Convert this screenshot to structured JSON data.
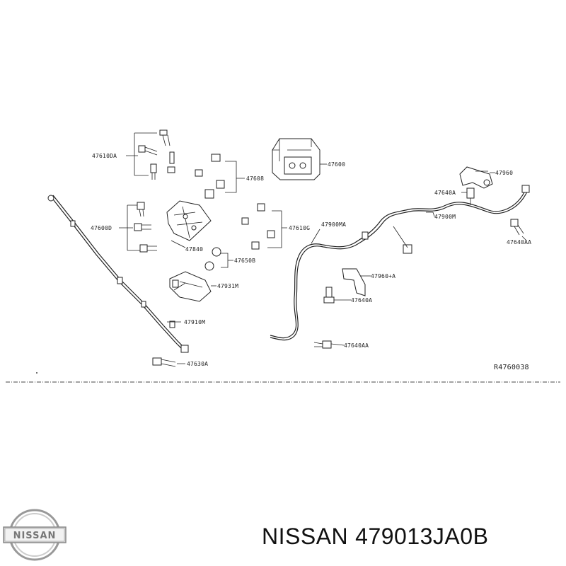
{
  "diagram": {
    "reference_code": "R4760038",
    "callouts": {
      "c47610DA": "47610DA",
      "c47608": "47608",
      "c47600": "47600",
      "c47960": "47960",
      "c47640A_top": "47640A",
      "c47900M": "47900M",
      "c47640AA_right": "47640AA",
      "c47600D": "47600D",
      "c47840": "47840",
      "c47610G": "47610G",
      "c47900MA": "47900MA",
      "c47650B": "47650B",
      "c47931M": "47931M",
      "c47960A": "47960+A",
      "c47640A_mid": "47640A",
      "c47910M": "47910M",
      "c47640AA_bottom": "47640AA",
      "c47630A": "47630A"
    }
  },
  "brand": {
    "logo_text": "NISSAN",
    "name": "NISSAN",
    "part_number": "479013JA0B"
  }
}
